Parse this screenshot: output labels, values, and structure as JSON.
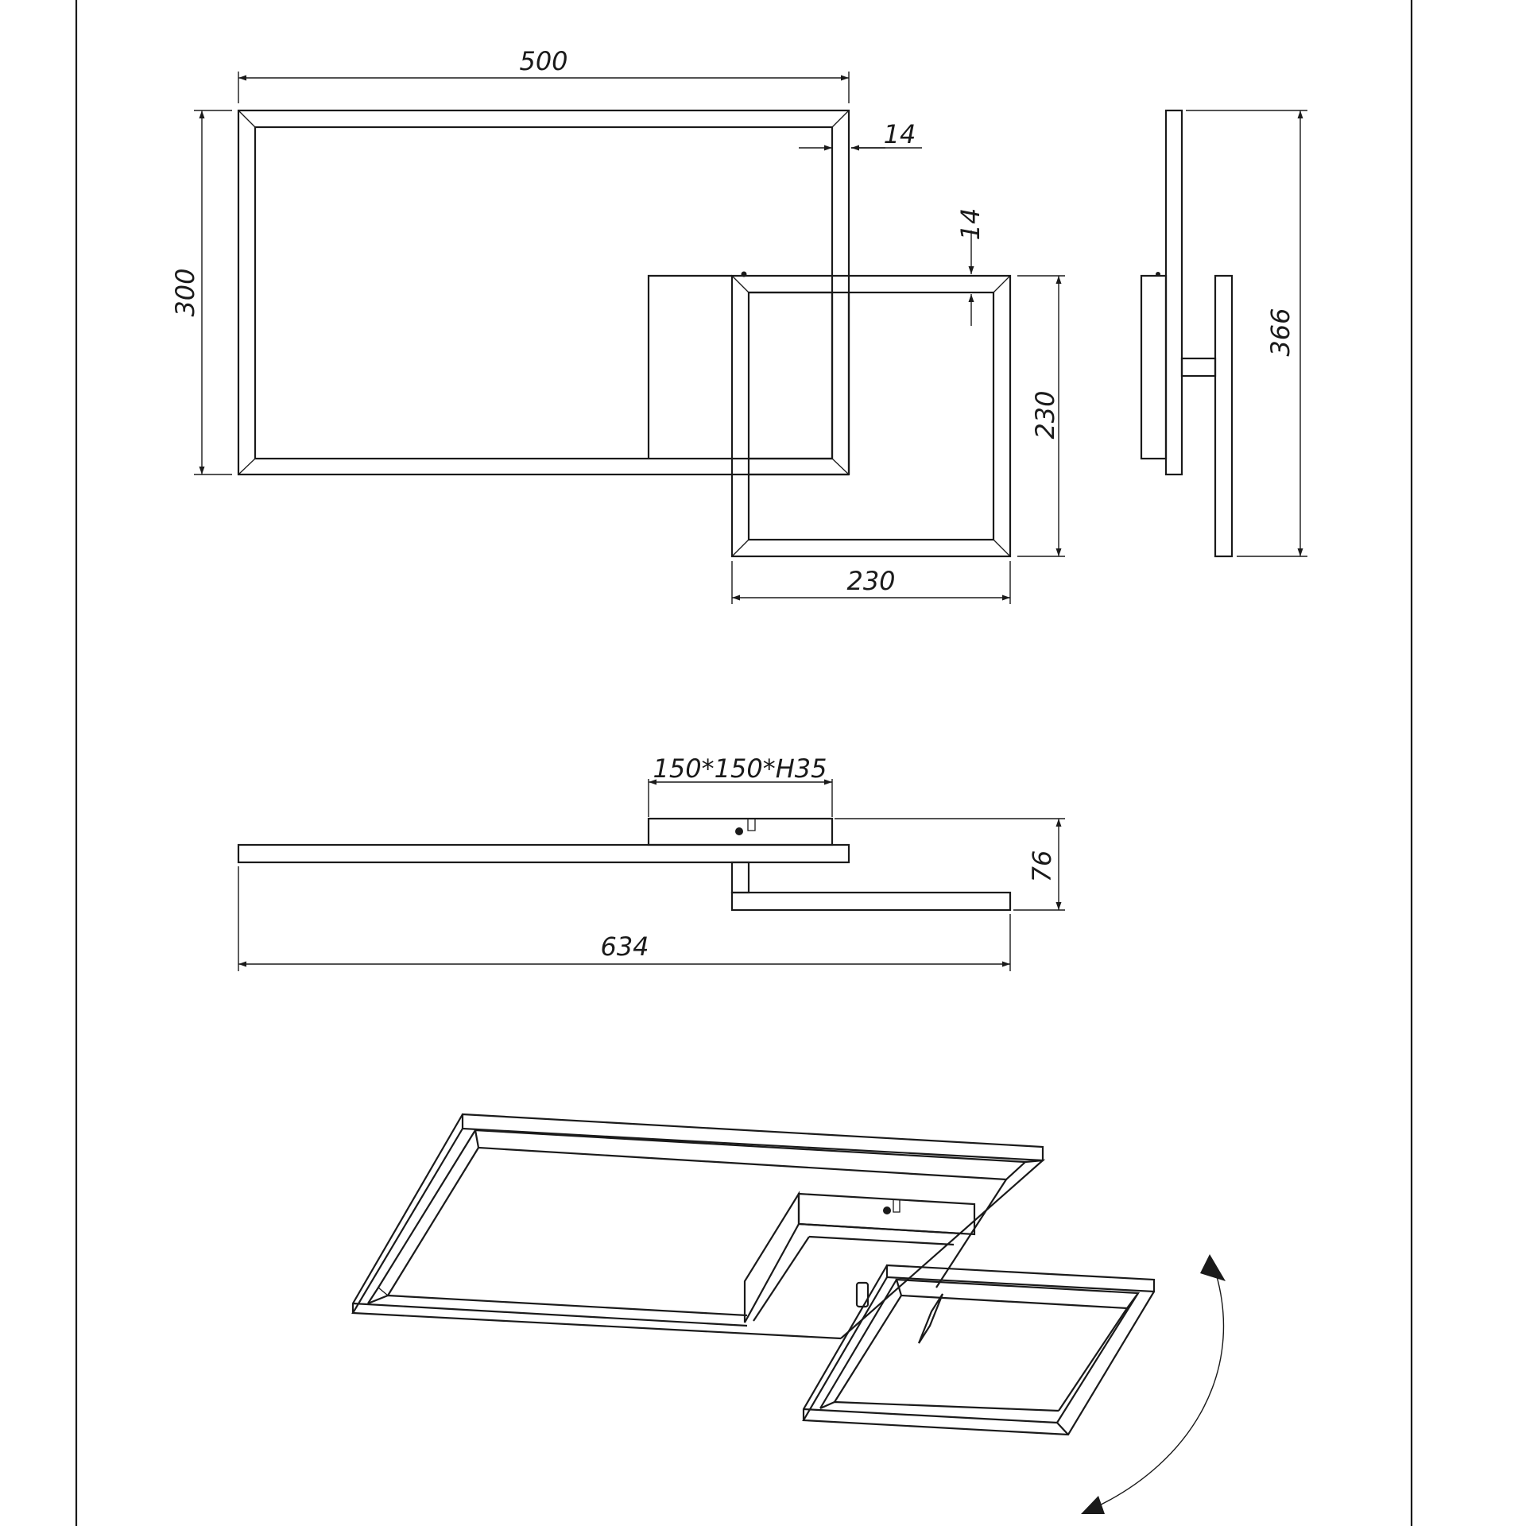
{
  "dimensions": {
    "width_top": "500",
    "frame_thickness_side": "14",
    "frame_thickness_top": "14",
    "height_left": "300",
    "square_height": "230",
    "square_width": "230",
    "total_height_side": "366",
    "canopy_size": "150*150*H35",
    "depth": "76",
    "total_width": "634"
  }
}
